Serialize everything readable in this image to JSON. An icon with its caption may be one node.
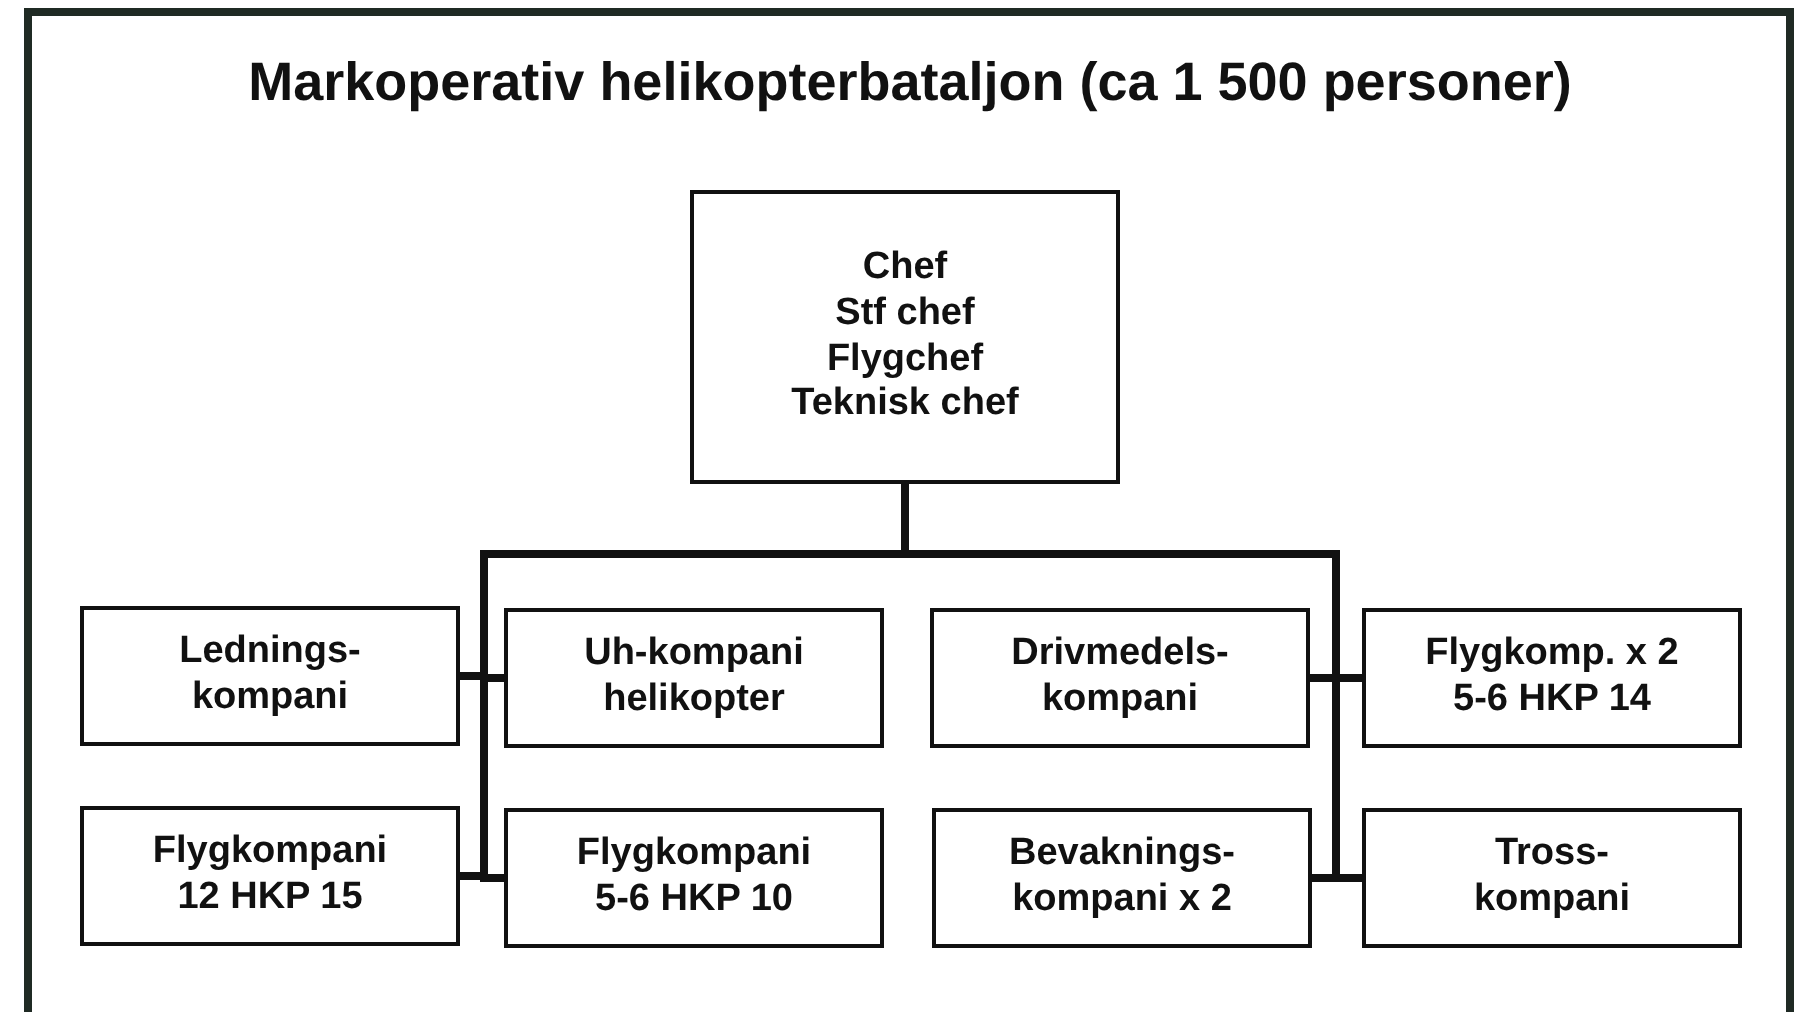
{
  "diagram": {
    "title": "Markoperativ helikopterbataljon (ca 1 500 personer)",
    "nodes": [
      {
        "text": [
          "Chef",
          "Stf chef",
          "Flygchef",
          "Teknisk chef"
        ]
      },
      {
        "text": [
          "Lednings- kompani"
        ]
      },
      {
        "text": [
          "Uh-kompani helikopter"
        ]
      },
      {
        "text": [
          "Drivmedels- kompani"
        ]
      },
      {
        "text": [
          "Flygkomp. x 2 5-6 HKP 14"
        ]
      },
      {
        "text": [
          "Flygkompani 12 HKP 15"
        ]
      },
      {
        "text": [
          "Flygkompani 5-6 HKP 10"
        ]
      },
      {
        "text": [
          "Bevaknings- kompani x 2"
        ]
      },
      {
        "text": [
          "Tross- kompani"
        ]
      }
    ],
    "edges": [
      {
        "from": 0,
        "to": 1,
        "arrow": "none"
      },
      {
        "from": 0,
        "to": 2,
        "arrow": "none"
      },
      {
        "from": 0,
        "to": 3,
        "arrow": "none"
      },
      {
        "from": 0,
        "to": 4,
        "arrow": "none"
      },
      {
        "from": 0,
        "to": 5,
        "arrow": "none"
      },
      {
        "from": 0,
        "to": 6,
        "arrow": "none"
      },
      {
        "from": 0,
        "to": 7,
        "arrow": "none"
      },
      {
        "from": 0,
        "to": 8,
        "arrow": "none"
      }
    ]
  }
}
